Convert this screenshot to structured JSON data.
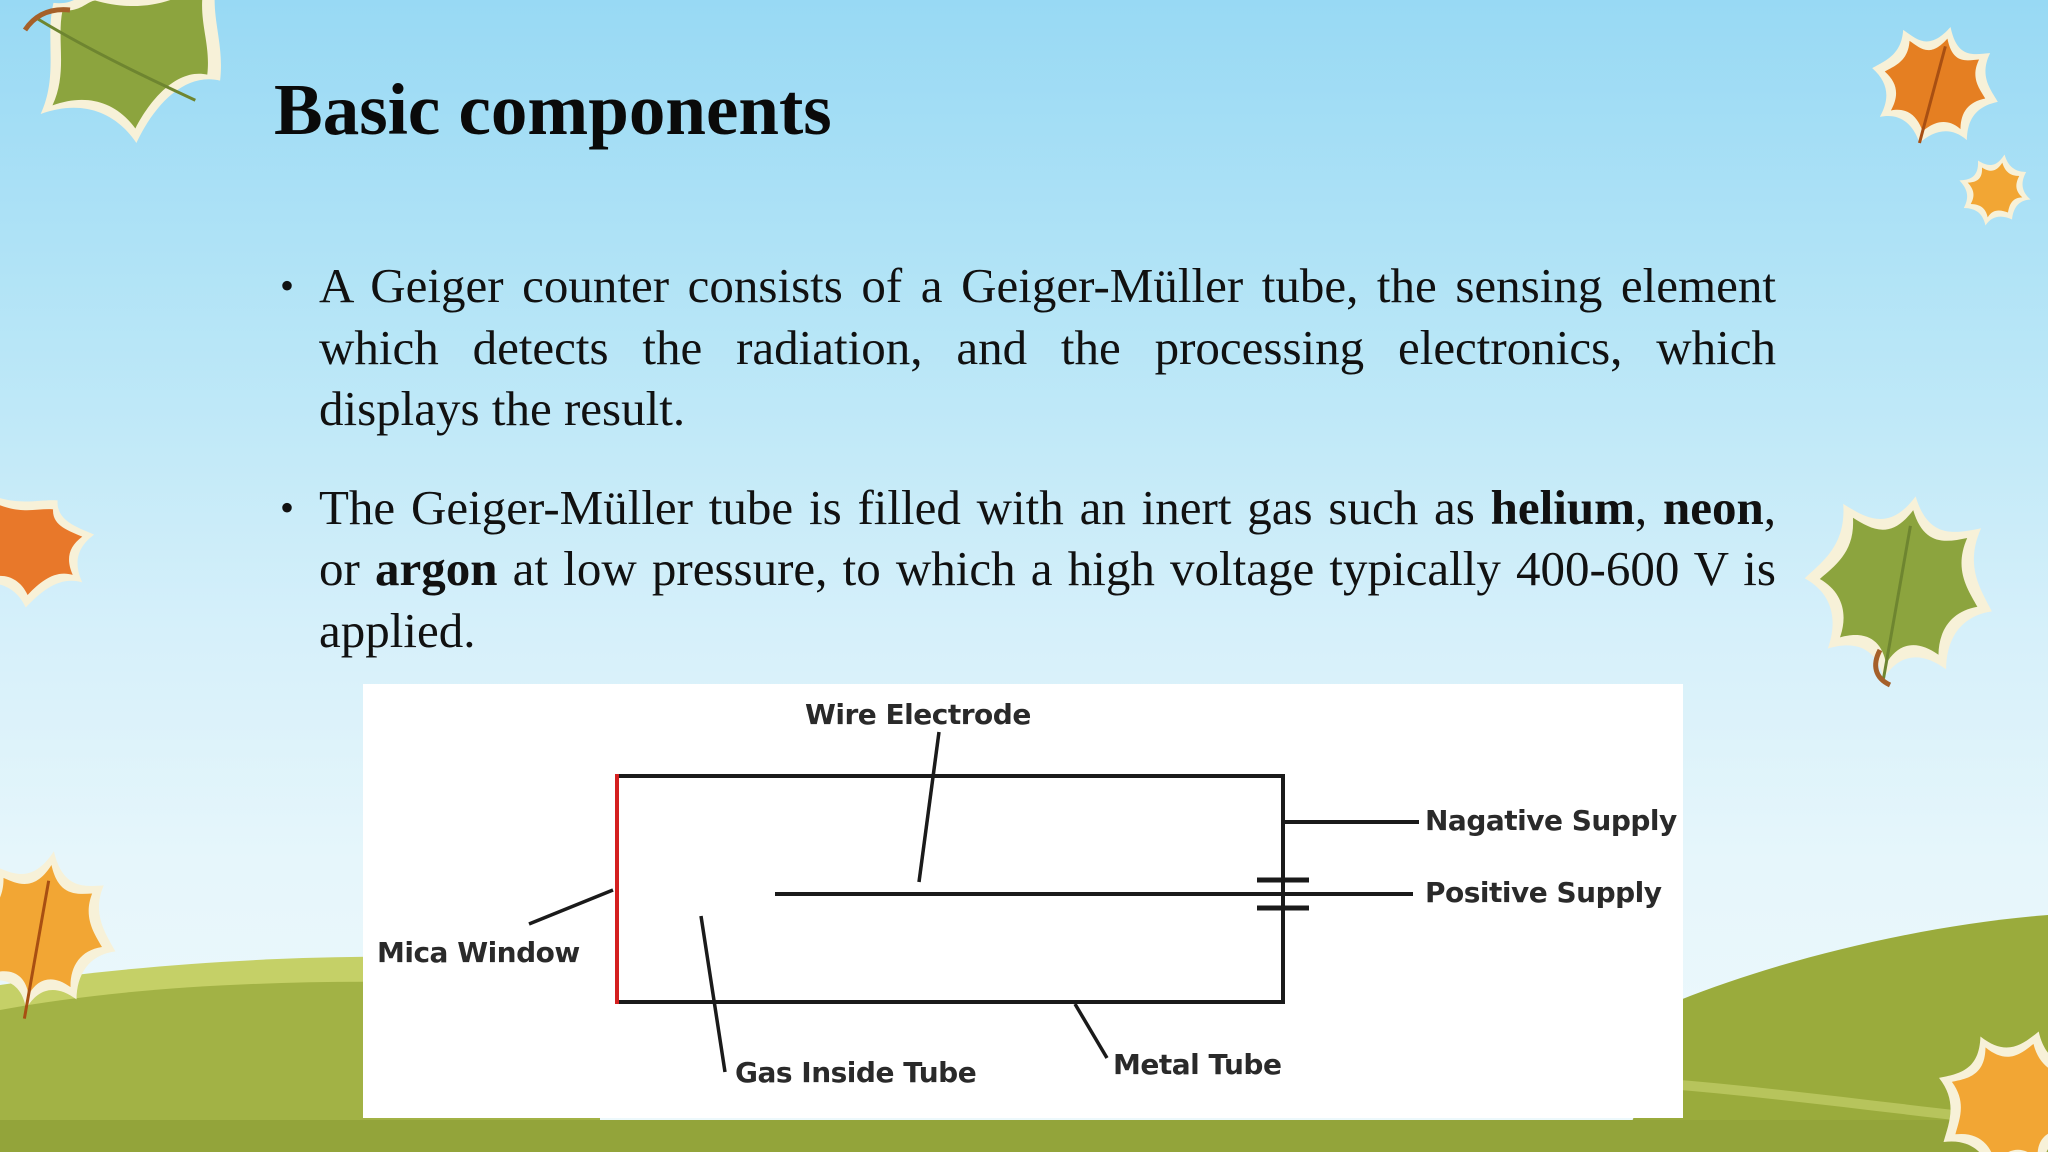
{
  "slide": {
    "title": "Basic components",
    "bullet_symbol": "•",
    "bullets": [
      {
        "text": "A Geiger counter consists of a Geiger-Müller tube, the sensing element which detects the radiation, and the processing electronics, which displays the result."
      },
      {
        "t1": "The Geiger-Müller tube is filled with an inert gas such as ",
        "b1": "helium",
        "t2": ", ",
        "b2": "neon",
        "t3": ", or ",
        "b3": "argon",
        "t4": " at low pressure, to which a high voltage typically 400-600 V is applied."
      }
    ]
  },
  "diagram": {
    "labels": {
      "wire_electrode": "Wire Electrode",
      "negative_supply": "Nagative Supply",
      "positive_supply": "Positive Supply",
      "mica_window": "Mica Window",
      "gas_inside_tube": "Gas Inside Tube",
      "metal_tube": "Metal Tube"
    },
    "colors": {
      "tube_outline": "#1a1a1a",
      "mica_window": "#d42020"
    }
  },
  "theme": {
    "leaf_colors": [
      "#8aa43e",
      "#e57f22",
      "#f2a634"
    ],
    "hill_colors": [
      "#9bab3c",
      "#c3cf64"
    ]
  }
}
